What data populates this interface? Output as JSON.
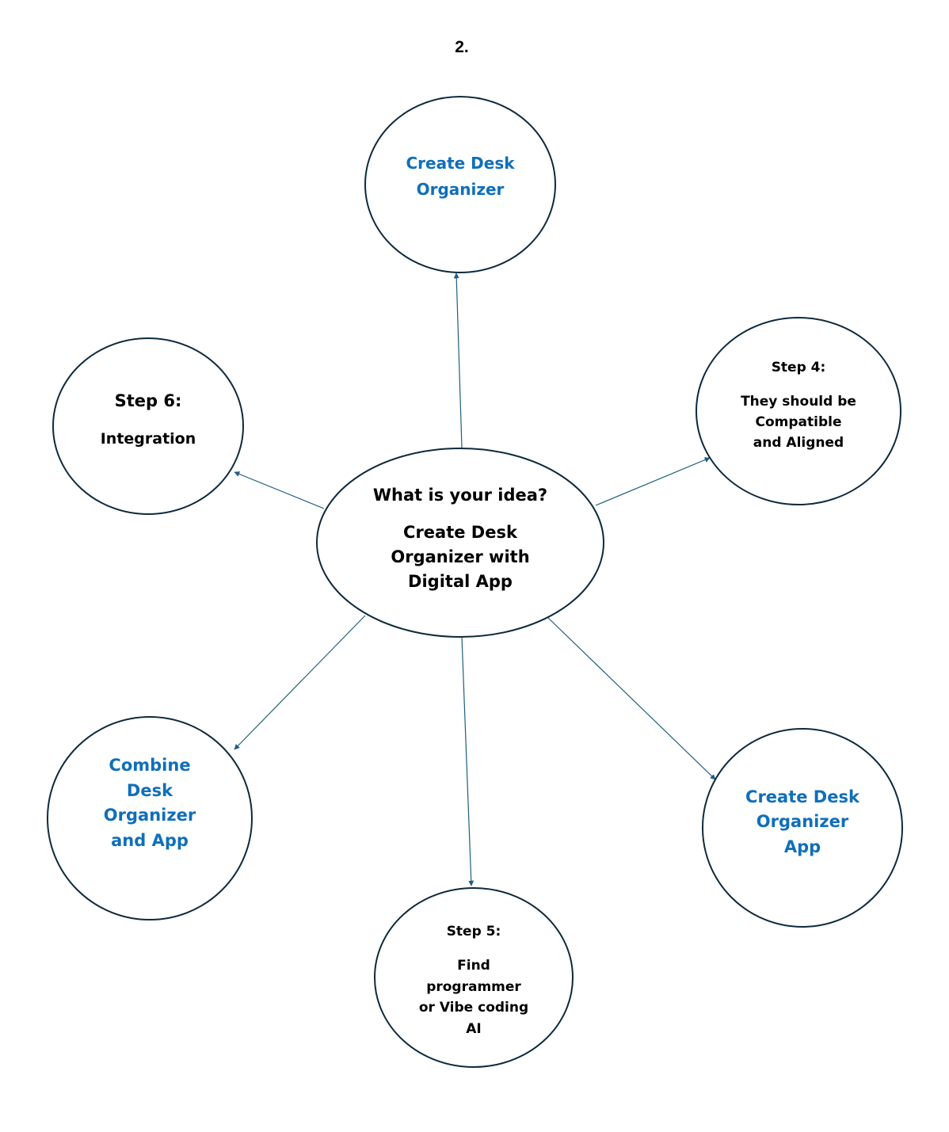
{
  "page_number": "2.",
  "colors": {
    "node_outline": "#0e2a3d",
    "arrow": "#1f5f7e",
    "step_text": "#000000",
    "task_text": "#0f6fba"
  },
  "center": {
    "question": "What is your idea?",
    "answer_lines": [
      "Create Desk",
      "Organizer with",
      "Digital App"
    ]
  },
  "nodes": {
    "top": {
      "lines": [
        "Create Desk",
        "Organizer"
      ]
    },
    "step4": {
      "heading": "Step 4:",
      "lines": [
        "They should be",
        "Compatible",
        "and Aligned"
      ]
    },
    "step6": {
      "heading": "Step 6:",
      "lines": [
        "Integration"
      ]
    },
    "combine": {
      "lines": [
        "Combine",
        "Desk",
        "Organizer",
        "and App"
      ]
    },
    "step5": {
      "heading": "Step 5:",
      "lines": [
        "Find",
        "programmer",
        "or Vibe coding",
        "AI"
      ]
    },
    "app": {
      "lines": [
        "Create Desk",
        "Organizer",
        "App"
      ]
    }
  }
}
